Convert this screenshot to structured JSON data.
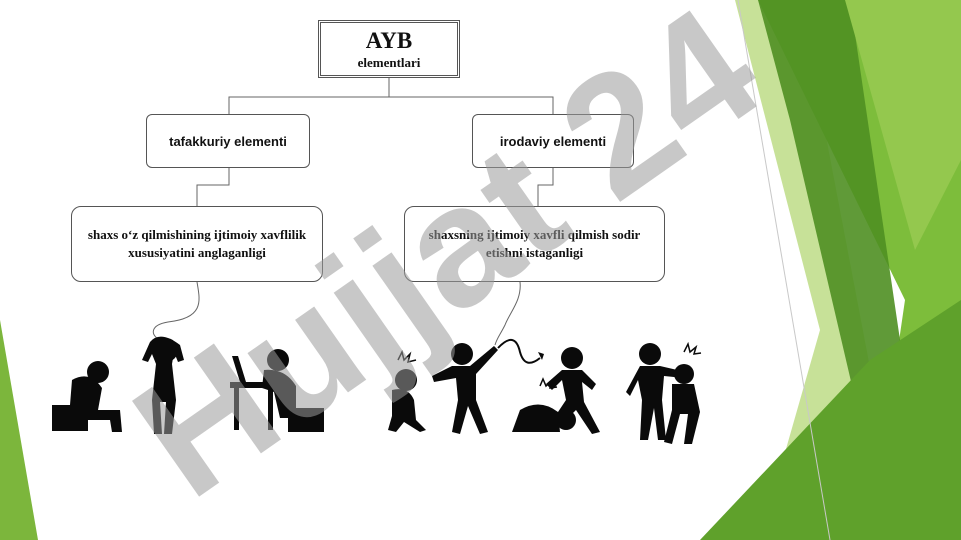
{
  "diagram": {
    "root": {
      "title": "AYB",
      "subtitle": "elementlari"
    },
    "branches": [
      {
        "label": "tafakkuriy elementi",
        "detail": "shaxs o‘z qilmishining ijtimoiy xavflilik xususiyatini anglaganligi"
      },
      {
        "label": "irodaviy elementi",
        "detail": "shaxsning ijtimoiy xavfli qilmish sodir etishni istaganligi"
      }
    ]
  },
  "watermark": {
    "text": "Hujjat 24"
  },
  "colors": {
    "green_dark": "#4c8a1e",
    "green_mid": "#79b83a",
    "green_light": "#a8d06a",
    "watermark_gray": "#9a9a9a",
    "watermark_violet": "#b59cf0",
    "figure": "#0a0a0a"
  }
}
